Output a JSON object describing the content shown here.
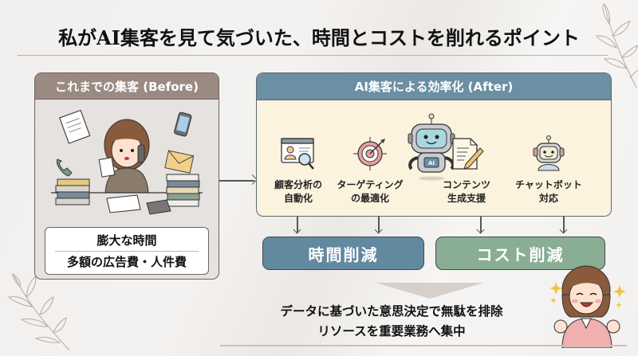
{
  "title": "私がAI集客を見て気づいた、時間とコストを削れるポイント",
  "before": {
    "header": "これまでの集客 (Before)",
    "illustration": "stressed-woman-on-phone-with-paperwork",
    "summary": [
      "膨大な時間",
      "多額の広告費・人件費"
    ]
  },
  "after": {
    "header": "AI集客による効率化 (After)",
    "center_icon": "ai-robot-icon",
    "features": [
      {
        "icon": "customer-analysis-icon",
        "label_line1": "顧客分析の",
        "label_line2": "自動化"
      },
      {
        "icon": "target-icon",
        "label_line1": "ターゲティング",
        "label_line2": "の最適化"
      },
      {
        "icon": "document-pencil-icon",
        "label_line1": "コンテンツ",
        "label_line2": "生成支援"
      },
      {
        "icon": "chatbot-icon",
        "label_line1": "チャットボット",
        "label_line2": "対応"
      }
    ]
  },
  "results": {
    "time": "時間削減",
    "cost": "コスト削減"
  },
  "conclusion": {
    "line1": "データに基づいた意思決定で無駄を排除",
    "line2": "リソースを重要業務へ集中"
  },
  "colors": {
    "before_header": "#9a8a82",
    "after_header": "#6b8fa3",
    "after_body": "#fbf3dd",
    "time_button": "#6389a0",
    "cost_button": "#8aae94"
  }
}
